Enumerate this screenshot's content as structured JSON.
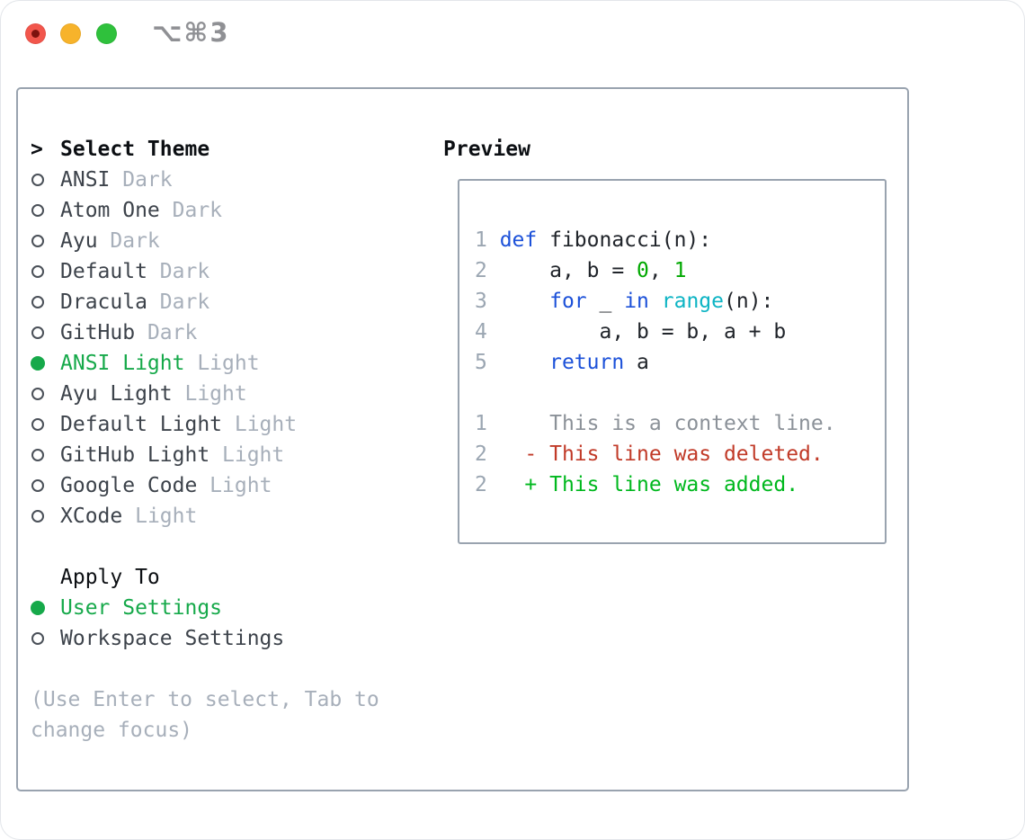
{
  "titlebar": {
    "shortcut": "⌥⌘3",
    "buttons": [
      "close",
      "minimize",
      "zoom"
    ]
  },
  "theme_list": {
    "cursor": ">",
    "title": "Select Theme",
    "items": [
      {
        "name": "ANSI",
        "tag": "Dark",
        "selected": false
      },
      {
        "name": "Atom One",
        "tag": "Dark",
        "selected": false
      },
      {
        "name": "Ayu",
        "tag": "Dark",
        "selected": false
      },
      {
        "name": "Default",
        "tag": "Dark",
        "selected": false
      },
      {
        "name": "Dracula",
        "tag": "Dark",
        "selected": false
      },
      {
        "name": "GitHub",
        "tag": "Dark",
        "selected": false
      },
      {
        "name": "ANSI Light",
        "tag": "Light",
        "selected": true
      },
      {
        "name": "Ayu Light",
        "tag": "Light",
        "selected": false
      },
      {
        "name": "Default Light",
        "tag": "Light",
        "selected": false
      },
      {
        "name": "GitHub Light",
        "tag": "Light",
        "selected": false
      },
      {
        "name": "Google Code",
        "tag": "Light",
        "selected": false
      },
      {
        "name": "XCode",
        "tag": "Light",
        "selected": false
      }
    ]
  },
  "apply_to": {
    "title": "Apply To",
    "options": [
      {
        "name": "User Settings",
        "selected": true
      },
      {
        "name": "Workspace Settings",
        "selected": false
      }
    ]
  },
  "hint": "(Use Enter to select, Tab to change focus)",
  "preview": {
    "title": "Preview",
    "lines": [
      {
        "num": "1",
        "tokens": [
          [
            "def",
            "kw"
          ],
          [
            " fibonacci(n):",
            "plain"
          ]
        ]
      },
      {
        "num": "2",
        "tokens": [
          [
            "    a, b = ",
            "plain"
          ],
          [
            "0",
            "num"
          ],
          [
            ", ",
            "plain"
          ],
          [
            "1",
            "num"
          ]
        ]
      },
      {
        "num": "3",
        "tokens": [
          [
            "    ",
            "plain"
          ],
          [
            "for",
            "kw"
          ],
          [
            " _ ",
            "plain"
          ],
          [
            "in",
            "kw"
          ],
          [
            " ",
            "plain"
          ],
          [
            "range",
            "builtin"
          ],
          [
            "(n):",
            "plain"
          ]
        ]
      },
      {
        "num": "4",
        "tokens": [
          [
            "        a, b = b, a + b",
            "plain"
          ]
        ]
      },
      {
        "num": "5",
        "tokens": [
          [
            "    ",
            "plain"
          ],
          [
            "return",
            "kw"
          ],
          [
            " a",
            "plain"
          ]
        ]
      },
      {
        "num": "",
        "tokens": []
      },
      {
        "num": "1",
        "tokens": [
          [
            "    This is a context line.",
            "context"
          ]
        ]
      },
      {
        "num": "2",
        "tokens": [
          [
            "  - This line was deleted.",
            "deleted"
          ]
        ]
      },
      {
        "num": "2",
        "tokens": [
          [
            "  + This line was added.",
            "added"
          ]
        ]
      }
    ]
  },
  "colors": {
    "accent_green": "#16a94a",
    "keyword_blue": "#1c51d9",
    "builtin_cyan": "#0db4c4",
    "number_green": "#00a800",
    "added_green": "#00b81e",
    "deleted_red": "#c13a28",
    "context_gray": "#8b9198",
    "linenum_gray": "#9ba6b2",
    "border_gray": "#99a3af",
    "tag_gray": "#a7afba",
    "hint_gray": "#a7afba",
    "item_text": "#3d434b",
    "title_text": "#0c0f13",
    "code_text": "#20242a",
    "circle_gray": "#4a5058",
    "shortcut_gray": "#8f9094",
    "light_red": "#f2564c",
    "light_red_dot": "#7d120e",
    "light_yellow": "#f7b32b",
    "light_green": "#2fc13c"
  }
}
